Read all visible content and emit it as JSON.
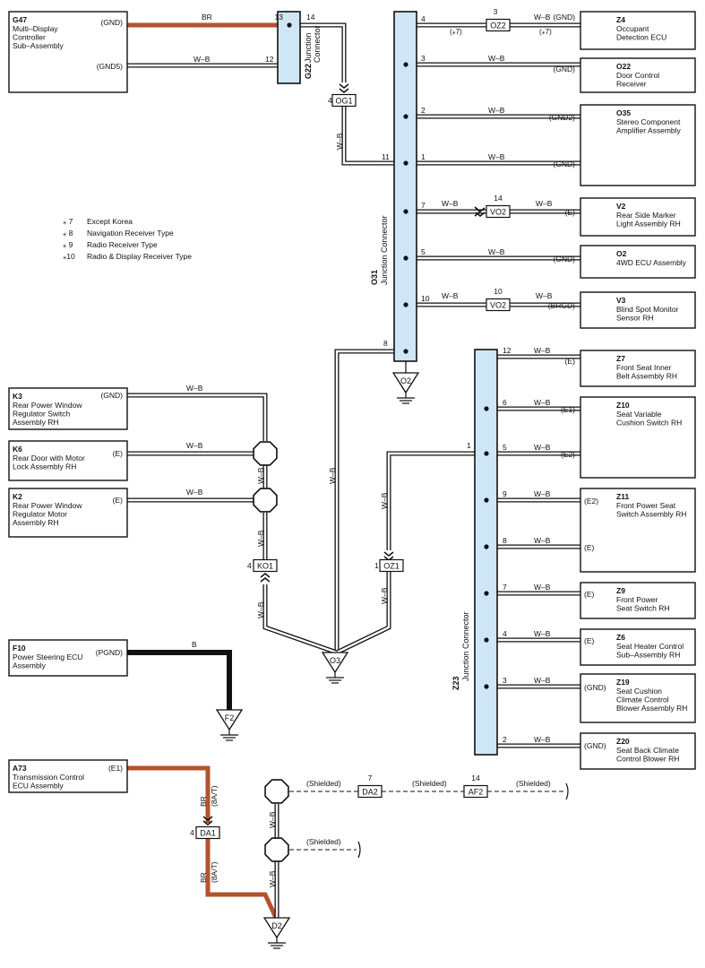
{
  "legend": [
    {
      "mark": "⁎ 7",
      "text": "Except Korea"
    },
    {
      "mark": "⁎ 8",
      "text": "Navigation Receiver Type"
    },
    {
      "mark": "⁎ 9",
      "text": "Radio Receiver Type"
    },
    {
      "mark": "⁎10",
      "text": "Radio & Display Receiver Type"
    }
  ],
  "colors": {
    "wire_br": "#b4522e",
    "wire_b": "#111111",
    "wire_wb": "#ffffff",
    "connector_fill": "#cfe6f7"
  },
  "components": {
    "g47": {
      "code": "G47",
      "lines": [
        "Multi–Display",
        "Controller",
        "Sub–Assembly"
      ],
      "pins": [
        "(GND)",
        "(GND5)"
      ]
    },
    "z4": {
      "code": "Z4",
      "lines": [
        "Occupant",
        "Detection ECU"
      ],
      "pins": [
        "(GND)"
      ]
    },
    "o22": {
      "code": "O22",
      "lines": [
        "Door Control",
        "Receiver"
      ],
      "pins": [
        "(GND)"
      ]
    },
    "o35": {
      "code": "O35",
      "lines": [
        "Stereo Component",
        "Amplifier Assembly"
      ],
      "pins": [
        "(GND2)",
        "(GND)"
      ]
    },
    "v2": {
      "code": "V2",
      "lines": [
        "Rear Side Marker",
        "Light Assembly RH"
      ],
      "pins": [
        "(E)"
      ]
    },
    "o2": {
      "code": "O2",
      "lines": [
        "4WD ECU Assembly"
      ],
      "pins": [
        "(GND)"
      ]
    },
    "v3": {
      "code": "V3",
      "lines": [
        "Blind Spot Monitor",
        "Sensor RH"
      ],
      "pins": [
        "(BRGD)"
      ]
    },
    "z7": {
      "code": "Z7",
      "lines": [
        "Front Seat Inner",
        "Belt Assembly RH"
      ],
      "pins": [
        "(E)"
      ]
    },
    "z10": {
      "code": "Z10",
      "lines": [
        "Seat Variable",
        "Cushion Switch RH"
      ],
      "pins": [
        "(E1)",
        "(E2)"
      ]
    },
    "z11": {
      "code": "Z11",
      "lines": [
        "Front Power Seat",
        "Switch Assembly RH"
      ],
      "pins": [
        "(E2)",
        "(E)"
      ]
    },
    "z9": {
      "code": "Z9",
      "lines": [
        "Front Power",
        "Seat Switch RH"
      ],
      "pins": [
        "(E)"
      ]
    },
    "z6": {
      "code": "Z6",
      "lines": [
        "Seat Heater Control",
        "Sub–Assembly RH"
      ],
      "pins": [
        "(E)"
      ]
    },
    "z19": {
      "code": "Z19",
      "lines": [
        "Seat Cushion",
        "Climate Control",
        "Blower Assembly RH"
      ],
      "pins": [
        "(GND)"
      ]
    },
    "z20": {
      "code": "Z20",
      "lines": [
        "Seat Back Climate",
        "Control Blower RH"
      ],
      "pins": [
        "(GND)"
      ]
    },
    "k3": {
      "code": "K3",
      "lines": [
        "Rear Power Window",
        "Regulator Switch",
        "Assembly RH"
      ],
      "pins": [
        "(GND)"
      ]
    },
    "k6": {
      "code": "K6",
      "lines": [
        "Rear Door with Motor",
        "Lock Assembly RH"
      ],
      "pins": [
        "(E)"
      ]
    },
    "k2": {
      "code": "K2",
      "lines": [
        "Rear Power Window",
        "Regulator Motor",
        "Assembly RH"
      ],
      "pins": [
        "(E)"
      ]
    },
    "f10": {
      "code": "F10",
      "lines": [
        "Power Steering ECU",
        "Assembly"
      ],
      "pins": [
        "(PGND)"
      ]
    },
    "a73": {
      "code": "A73",
      "lines": [
        "Transmission Control",
        "ECU Assembly"
      ],
      "pins": [
        "(E1)"
      ]
    }
  },
  "junctions": {
    "g22": {
      "code": "G22",
      "name": "Junction Connector"
    },
    "o31": {
      "code": "O31",
      "name": "Junction Connector"
    },
    "z23": {
      "code": "Z23",
      "name": "Junction Connector"
    }
  },
  "inline_connectors": {
    "oz2": "OZ2",
    "og1": "OG1",
    "vo2_a": "VO2",
    "vo2_b": "VO2",
    "ko1": "KO1",
    "oz1": "OZ1",
    "da2": "DA2",
    "af2": "AF2",
    "da1": "DA1"
  },
  "grounds": {
    "o2": "O2",
    "o3": "O3",
    "f2": "F2",
    "d2": "D2"
  },
  "wire_labels": {
    "br": "BR",
    "wb": "W–B",
    "b": "B",
    "shielded": "(Shielded)",
    "at8": "(8A/T)",
    "note7": "(⁎7)"
  },
  "pin_numbers": {
    "g22_13": "13",
    "g22_14": "14",
    "g22_12": "12",
    "og1": "4",
    "o31_4": "4",
    "o31_3": "3",
    "o31_2": "2",
    "o31_11": "11",
    "o31_1": "1",
    "o31_7": "7",
    "o31_5": "5",
    "o31_10": "10",
    "o31_8": "8",
    "oz2": "3",
    "vo2_a": "14",
    "vo2_b": "10",
    "z23_12": "12",
    "z23_6": "6",
    "z23_5": "5",
    "z23_1": "1",
    "z23_9": "9",
    "z23_8": "8",
    "z23_7": "7",
    "z23_4": "4",
    "z23_3": "3",
    "z23_2": "2",
    "ko1": "4",
    "oz1": "1",
    "da2": "7",
    "af2": "14",
    "da1": "4"
  }
}
